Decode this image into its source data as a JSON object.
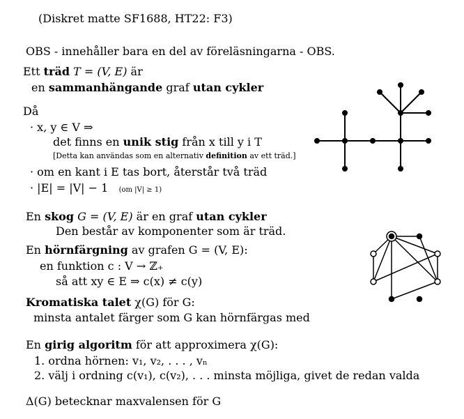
{
  "header": "(Diskret matte SF1688, HT22: F3)",
  "note": "OBS - innehåller bara en del av föreläsningarna - OBS.",
  "tree": {
    "l1_pre": "Ett ",
    "l1_bold": "träd",
    "l1_math": " T = (V, E)",
    "l1_post": " är",
    "l2_pre": "en ",
    "l2_bold1": "sammanhängande",
    "l2_mid": " graf ",
    "l2_bold2": "utan cykler",
    "da": "Då",
    "p1": "· x, y ∈ V ⇒",
    "p1b_pre": "det finns en ",
    "p1b_bold": "unik stig",
    "p1b_post": " från x till y i T",
    "p1c_pre": "[Detta kan användas som en alternativ ",
    "p1c_bold": "definition",
    "p1c_post": " av ett träd.]",
    "p2": "· om en kant i E tas bort, återstår två träd",
    "p3": "· |E| = |V| − 1",
    "p3_note": "(om |V| ≥ 1)"
  },
  "forest": {
    "l1_pre": "En ",
    "l1_bold": "skog",
    "l1_math": " G = (V, E)",
    "l1_mid": " är en graf ",
    "l1_bold2": "utan cykler",
    "l2": "Den består av komponenter som är träd."
  },
  "coloring": {
    "l1_pre": "En ",
    "l1_bold": "hörnfärgning",
    "l1_post": " av grafen G = (V, E):",
    "l2": "en funktion c : V → ℤ₊",
    "l3": "så att xy ∈ E ⇒ c(x) ≠ c(y)"
  },
  "chromatic": {
    "l1_bold": "Kromatiska talet",
    "l1_post": " χ(G) för G:",
    "l2": "minsta antalet färger som G kan hörnfärgas med"
  },
  "greedy": {
    "l1_pre": "En ",
    "l1_bold": "girig algoritm",
    "l1_post": " för att approximera χ(G):",
    "l2": "1.  ordna hörnen: v₁, v₂, . . . , vₙ",
    "l3": "2.  välj i ordning c(v₁), c(v₂), . . .  minsta möjliga, givet de redan valda"
  },
  "delta": "Δ(G) betecknar maxvalensen för G",
  "colors": {
    "text": "#000000",
    "background": "#ffffff"
  }
}
